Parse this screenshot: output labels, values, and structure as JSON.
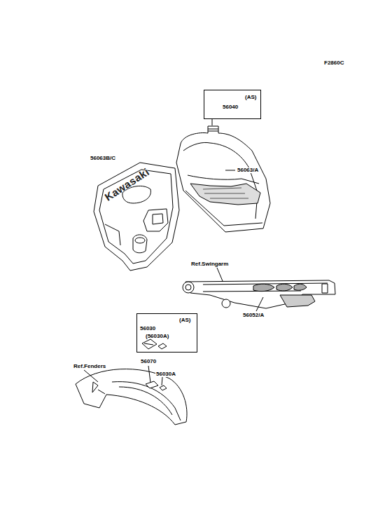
{
  "diagram": {
    "nodes": [
      {
        "text": [
          "(AS)",
          "56040"
        ]
      },
      {
        "text": [
          "(AS)",
          "56030",
          "(56030A)"
        ]
      }
    ],
    "labels": [
      "F2860C",
      "56063B/C",
      "Kawasaki",
      "56063/A",
      "Ref.Swingarm",
      "56052/A",
      "56070",
      "56030A",
      "Ref.Fenders"
    ]
  }
}
